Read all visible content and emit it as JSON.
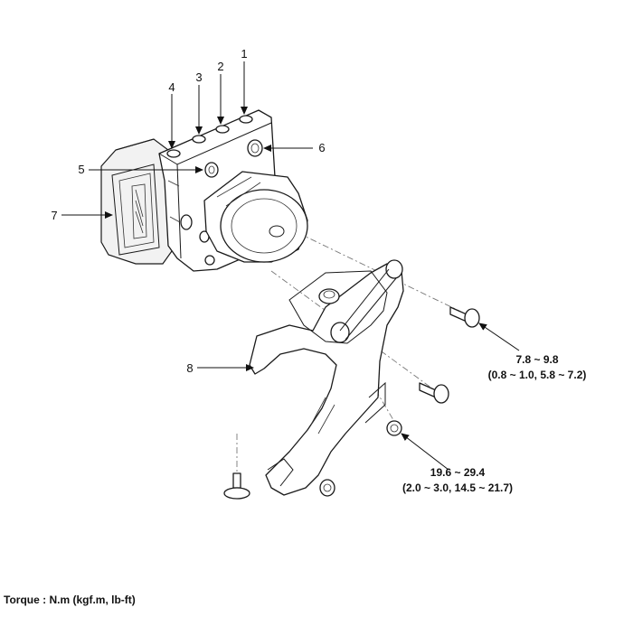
{
  "callouts": {
    "c1": "1",
    "c2": "2",
    "c3": "3",
    "c4": "4",
    "c5": "5",
    "c6": "6",
    "c7": "7",
    "c8": "8"
  },
  "torque_specs": {
    "upper": {
      "nm": "7.8 ~ 9.8",
      "alt": "(0.8 ~ 1.0, 5.8 ~ 7.2)"
    },
    "lower": {
      "nm": "19.6 ~ 29.4",
      "alt": "(2.0 ~ 3.0, 14.5 ~ 21.7)"
    }
  },
  "legend": "Torque : N.m (kgf.m, lb-ft)"
}
